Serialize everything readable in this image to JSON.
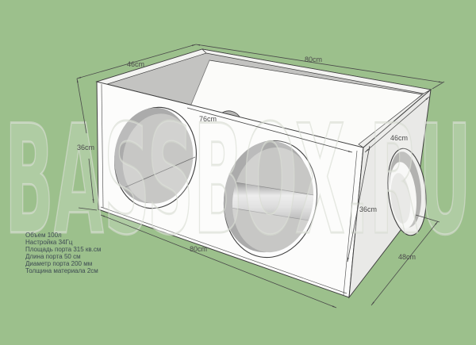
{
  "watermark": {
    "text": "BASSBOX.RU"
  },
  "specs": {
    "lines": [
      "Объем 100л",
      "Настройка 34Гц",
      "Площадь порта 315 кв.см",
      "Длина порта 50 см",
      "Диаметр порта 200 мм",
      "Толщина материала 2см"
    ]
  },
  "dimensions": {
    "top_left_edge": "46cm",
    "top_back_edge": "80cm",
    "front_inner_width": "76cm",
    "front_left_height": "36cm",
    "side_top_edge": "46cm",
    "side_front_height": "36cm",
    "bottom_front_edge": "80cm",
    "bottom_side_edge": "48cm"
  },
  "colors": {
    "background": "#9cc08c",
    "front_face": "#fcfcfb",
    "side_face": "#e9e9e7",
    "top_interior": "#c6c6c4",
    "floor": "#fbfbf9",
    "hole_interior": "#c7c7c5",
    "outline": "#3f3f3f",
    "dimension_text": "#4c4c4c",
    "spec_text": "#3d4a52",
    "watermark": "#d6dad0"
  }
}
